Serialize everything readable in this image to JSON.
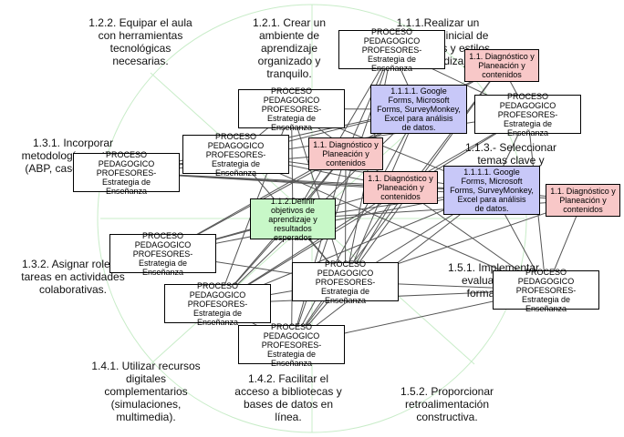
{
  "outer_labels": {
    "l122": "1.2.2. Equipar el aula con herramientas tecnológicas necesarias.",
    "l121": "1.2.1. Crear un ambiente de aprendizaje organizado y tranquilo.",
    "l111": "1.1.1.Realizar un diagnóstico inicial de necesidades y estilos de aprendizaje.",
    "l131": "1.3.1. Incorporar metodologías activas (ABP, casos, foros).",
    "l113": "1.1.3.- Seleccionar temas clave y",
    "l132": "1.3.2. Asignar roles y tareas en actividades colaborativas.",
    "l151": "1.5.1. Implementar evaluaciones formativas.",
    "l141": "1.4.1. Utilizar recursos digitales complementarios (simulaciones, multimedia).",
    "l142": "1.4.2. Facilitar el acceso a bibliotecas y bases de datos en línea.",
    "l152": "1.5.2. Proporcionar retroalimentación constructiva."
  },
  "boxes": {
    "proc": "PROCESO PEDAGOGICO PROFESORES-\nEstrategia de\nEnseñanza",
    "diag": "1.1. Diagnóstico y\nPlaneación y\ncontenidos",
    "forms": "1.1.1.1. Google\nForms, Microsoft\nForms, SurveyMonkey,\nExcel para análisis\nde datos.",
    "objetivos": "1.1.2.Definir\nobjetivos de\naprendizaje y\nresultados esperados"
  },
  "colors": {
    "proc": "#ffffff",
    "diag": "#f8c8c8",
    "forms": "#c8c8f8",
    "objetivos": "#c8f8c8",
    "guide": "#c8ecc8",
    "edge": "#555555"
  }
}
